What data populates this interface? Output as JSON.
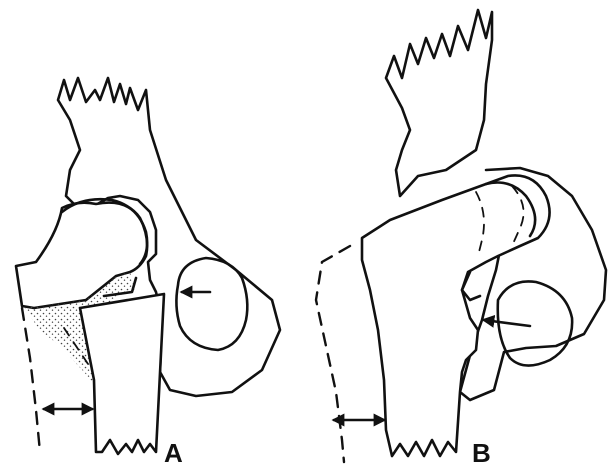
{
  "figure": {
    "panels": [
      {
        "id": "A",
        "label": "A"
      },
      {
        "id": "B",
        "label": "B"
      }
    ],
    "ink_color": "#111111",
    "background_color": "#ffffff",
    "stipple_color": "#444444"
  }
}
